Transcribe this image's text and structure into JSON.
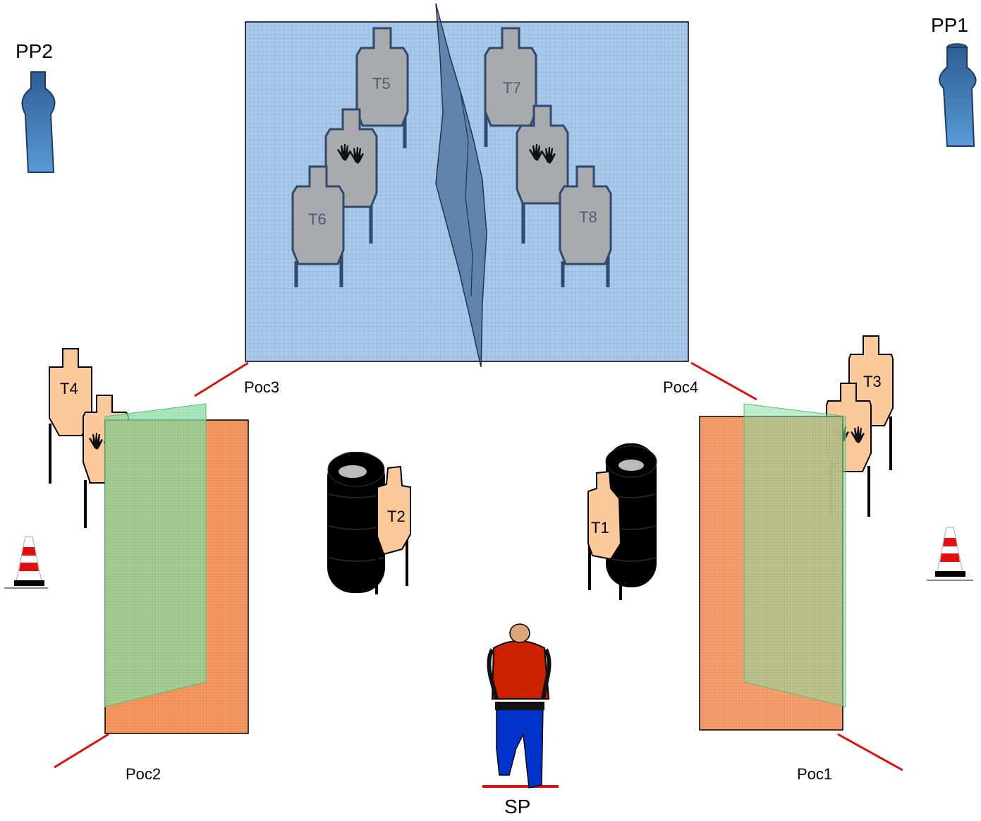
{
  "labels": {
    "pp1": "PP1",
    "pp2": "PP2",
    "sp": "SP",
    "poc1": "Poc1",
    "poc2": "Poc2",
    "poc3": "Poc3",
    "poc4": "Poc4"
  },
  "targets": {
    "t1": "T1",
    "t2": "T2",
    "t3": "T3",
    "t4": "T4",
    "t5": "T5",
    "t6": "T6",
    "t7": "T7",
    "t8": "T8"
  },
  "icons": {
    "hand": "hand-icon",
    "cone": "traffic-cone-icon",
    "tire": "tire-stack-icon",
    "shooter": "shooter-figure-icon",
    "popper": "popper-figure-icon"
  },
  "colors": {
    "wall_blue": "#a9c8ea",
    "wall_orange": "#f0955e",
    "wall_green": "#8fe0a8",
    "target_tan": "#fbc99a",
    "target_grey": "#a8aaae",
    "fault_red": "#e01010",
    "popper_blue": "#3c78b4",
    "shooter_red": "#cc2200",
    "shooter_blue": "#0033cc"
  }
}
